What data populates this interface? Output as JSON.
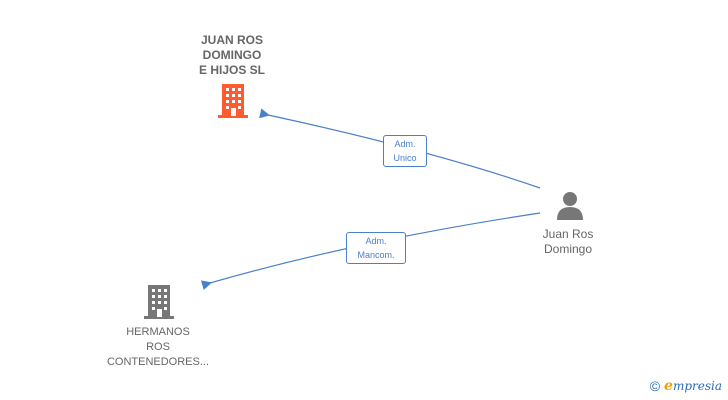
{
  "nodes": {
    "company_main": {
      "label": "JUAN ROS\nDOMINGO\nE HIJOS  SL",
      "icon": "building-icon",
      "color": "#ff5b2e"
    },
    "company_other": {
      "label": "HERMANOS\nROS\nCONTENEDORES...",
      "icon": "building-icon",
      "color": "#777777"
    },
    "person": {
      "label": "Juan Ros\nDomingo",
      "icon": "person-icon",
      "color": "#777777"
    }
  },
  "edges": [
    {
      "label": "Adm.\nUnico",
      "from": "person",
      "to": "company_main"
    },
    {
      "label": "Adm.\nMancom.",
      "from": "person",
      "to": "company_other"
    }
  ],
  "brand": {
    "copyright": "©",
    "initial": "e",
    "name": "mpresia"
  },
  "colors": {
    "edge": "#4a7fc9",
    "main_company": "#ff5b2e",
    "node": "#777777"
  }
}
